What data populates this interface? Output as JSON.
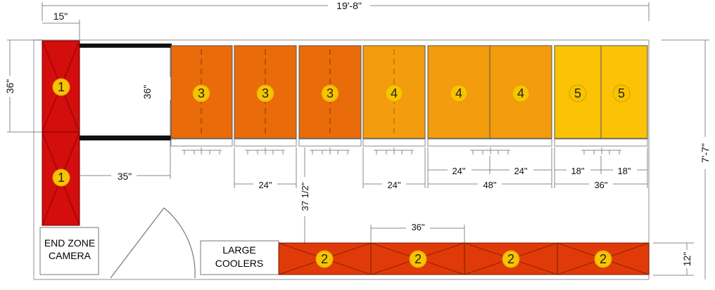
{
  "colors": {
    "red": "#d40d0d",
    "orange_red": "#df3a08",
    "orange": "#ea6b0a",
    "amber": "#f39c0d",
    "yellow": "#fcc306",
    "badge": "#f7c400",
    "badge_stroke": "#e59d00"
  },
  "dimensions": {
    "overall_width": "19'-8\"",
    "overall_height": "7'-7\"",
    "left_width": "15\"",
    "left_height": "36\"",
    "opening_height": "36\"",
    "gap": "35\"",
    "cab3_width": "24\"",
    "cab4_width": "24\"",
    "pair4_each_left": "24\"",
    "pair4_each_right": "24\"",
    "pair4_total": "48\"",
    "pair5_each_left": "18\"",
    "pair5_each_right": "18\"",
    "pair5_total": "36\"",
    "aisle": "37 1/2\"",
    "bottom_unit": "36\"",
    "bottom_depth": "12\""
  },
  "labels": {
    "end_zone_line1": "END ZONE",
    "end_zone_line2": "CAMERA",
    "coolers_line1": "LARGE",
    "coolers_line2": "COOLERS"
  },
  "units": {
    "left_top": "1",
    "left_bottom": "1",
    "cab3_a": "3",
    "cab3_b": "3",
    "cab3_c": "3",
    "cab4_a": "4",
    "cab4_b": "4",
    "cab4_c": "4",
    "cab5_a": "5",
    "cab5_b": "5",
    "bottom_a": "2",
    "bottom_b": "2",
    "bottom_c": "2",
    "bottom_d": "2"
  }
}
